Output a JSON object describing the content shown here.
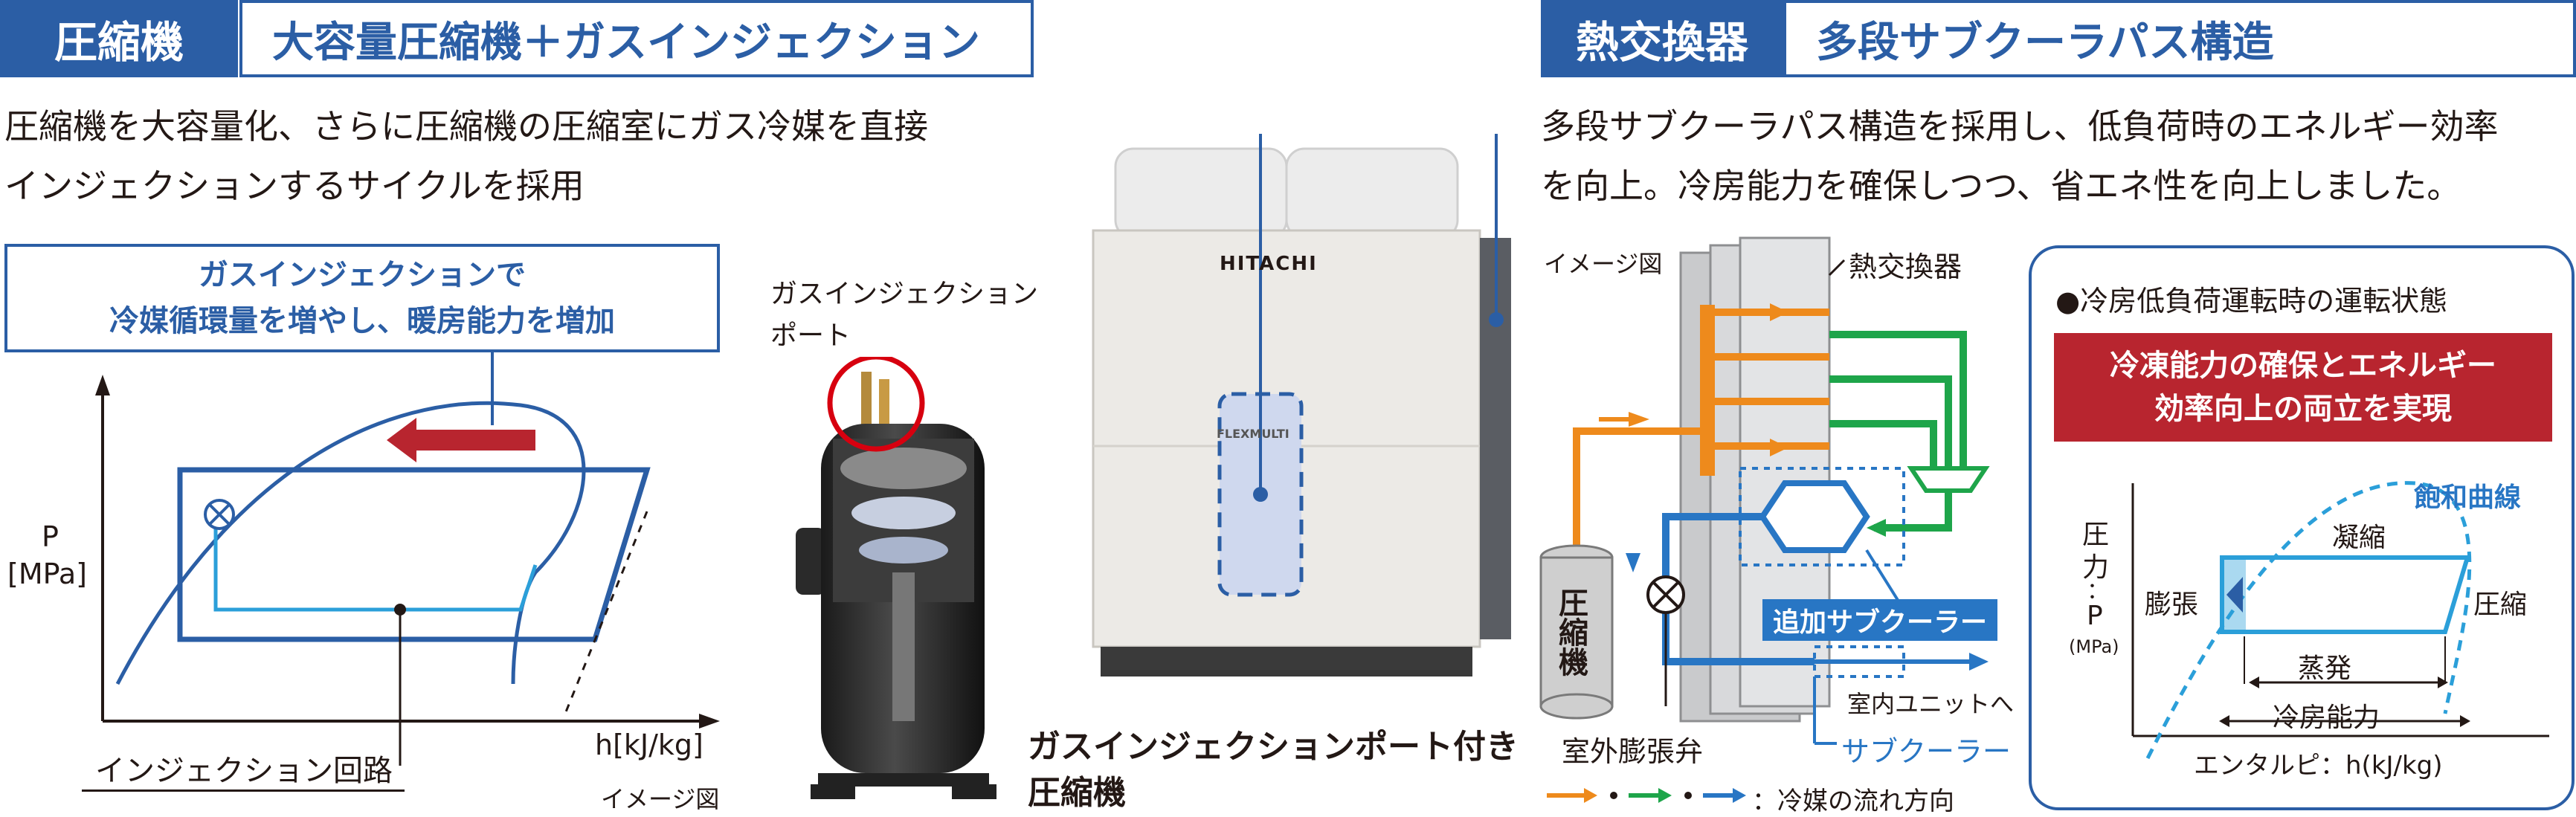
{
  "left": {
    "tag": "圧縮機",
    "title": "大容量圧縮機＋ガスインジェクション",
    "desc_line1": "圧縮機を大容量化、さらに圧縮機の圧縮室にガス冷媒を直接",
    "desc_line2": "インジェクションするサイクルを採用",
    "callout_line1": "ガスインジェクションで",
    "callout_line2": "冷媒循環量を増やし、暖房能力を増加",
    "axis_p": "P",
    "axis_p_unit": "[MPa]",
    "axis_h": "h[kJ/kg]",
    "injection_circuit": "インジェクション回路",
    "image_note": "イメージ図",
    "port_label_line1": "ガスインジェクション",
    "port_label_line2": "ポート",
    "compressor_caption_line1": "ガスインジェクションポート付き",
    "compressor_caption_line2": "圧縮機"
  },
  "unit": {
    "brand": "HITACHI",
    "model": "FLEXMULTI"
  },
  "right": {
    "tag": "熱交換器",
    "title": "多段サブクーラパス構造",
    "desc_line1": "多段サブクーラパス構造を採用し、低負荷時のエネルギー効率",
    "desc_line2": "を向上。冷房能力を確保しつつ、省エネ性を向上しました。",
    "image_note": "イメージ図",
    "heat_exchanger": "熱交換器",
    "compressor": "圧縮機",
    "expansion_valve": "室外膨張弁",
    "added_subcooler": "追加サブクーラー",
    "indoor_unit": "室内ユニットへ",
    "subcooler": "サブクーラー",
    "legend": "：冷媒の流れ方向"
  },
  "panel": {
    "heading": "●冷房低負荷運転時の運転状態",
    "red_line1": "冷凍能力の確保とエネルギー",
    "red_line2": "効率向上の両立を実現",
    "saturation_curve": "飽和曲線",
    "condensation": "凝縮",
    "expansion": "膨張",
    "compression": "圧縮",
    "evaporation": "蒸発",
    "cooling_capacity": "冷房能力",
    "axis_y_1": "圧",
    "axis_y_2": "力",
    "axis_y_3": "：",
    "axis_y_4": "P",
    "axis_y_unit": "(MPa)",
    "axis_x": "エンタルピ：h(kJ/kg)"
  },
  "colors": {
    "brand_blue": "#2b5ea5",
    "light_blue": "#2b9fd9",
    "orange": "#ee8a1c",
    "green": "#1ea54a",
    "red": "#b8252f"
  }
}
